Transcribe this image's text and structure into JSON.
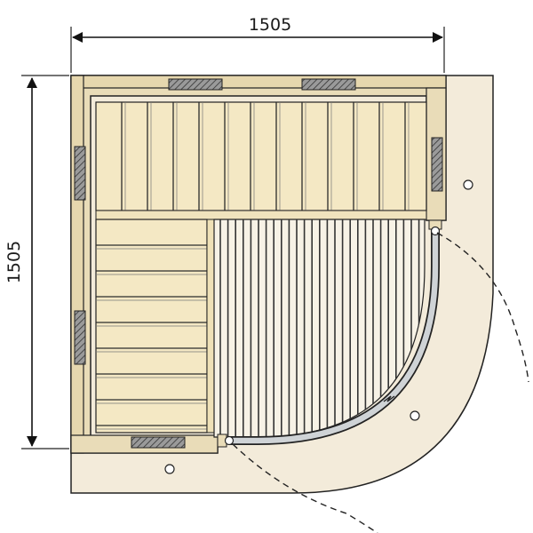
{
  "dimensions": {
    "width_label": "1505",
    "depth_label": "1505"
  },
  "colors": {
    "floor_area": "#f3ebda",
    "wood_frame": "#e9dcb8",
    "bench_wood": "#f4e8c4",
    "plank_line": "#2b2b2b",
    "outline": "#222222",
    "glass_door": "#cfd3d6",
    "vent_fill": "#8a8a8a"
  },
  "elements": {
    "door_type": "curved-glass-door",
    "swing": "outward-double-leaf"
  }
}
